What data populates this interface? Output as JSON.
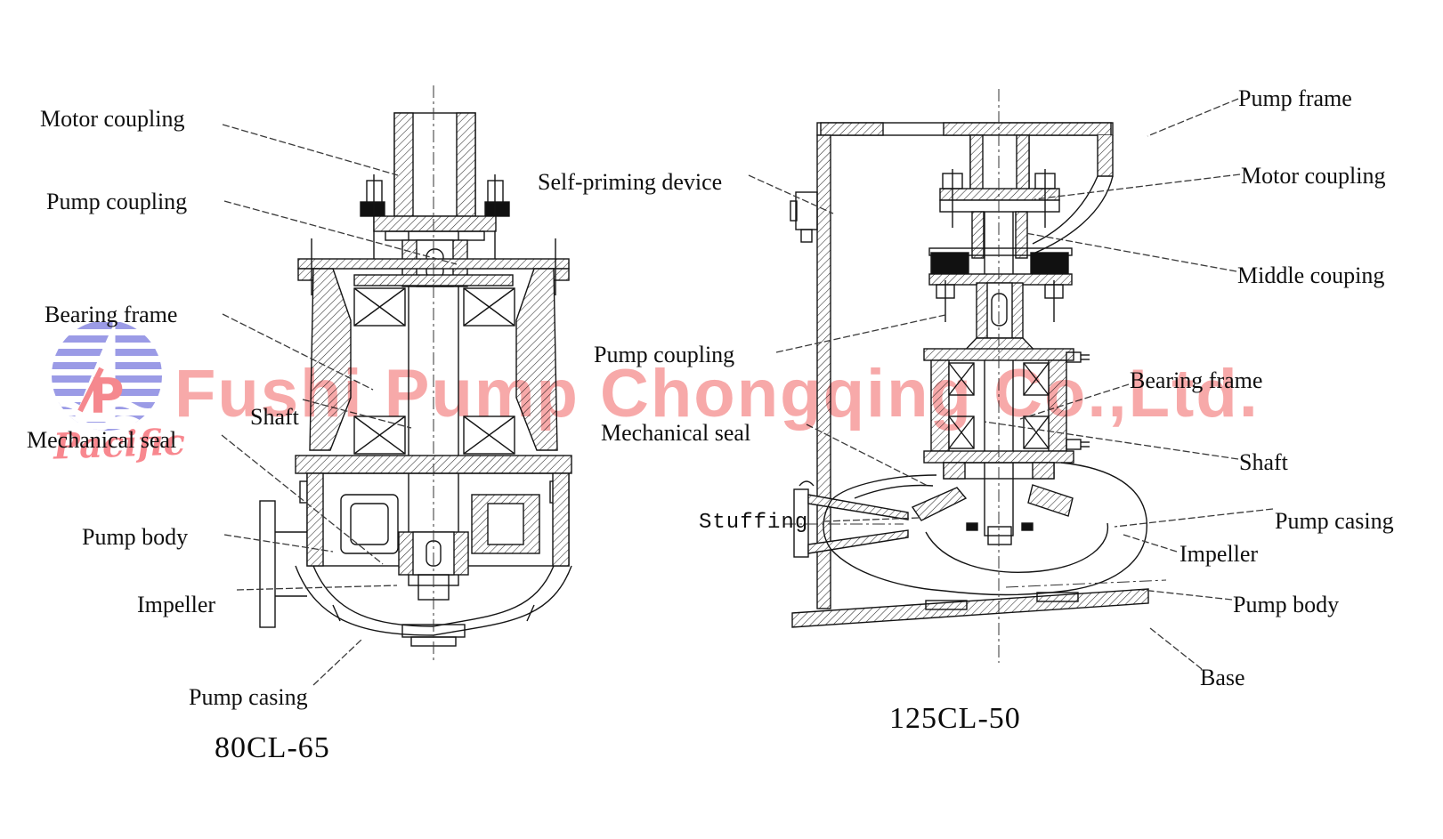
{
  "watermark": {
    "text": "Fushi Pump Chongqing Co.,Ltd.",
    "color": "#f7a9a9"
  },
  "logo": {
    "brand": "Pacific",
    "monogram": "P",
    "circle_color": "#9b9be6",
    "accent_color": "#f5888e"
  },
  "left_diagram": {
    "model": "80CL-65",
    "labels": {
      "motor_coupling": "Motor coupling",
      "pump_coupling": "Pump coupling",
      "bearing_frame": "Bearing frame",
      "shaft": "Shaft",
      "mechanical_seal": "Mechanical seal",
      "pump_body": "Pump body",
      "impeller": "Impeller",
      "pump_casing": "Pump casing"
    }
  },
  "right_diagram": {
    "model": "125CL-50",
    "labels": {
      "pump_frame": "Pump frame",
      "motor_coupling": "Motor coupling",
      "middle_couping": "Middle couping",
      "self_priming_device": "Self-priming device",
      "pump_coupling": "Pump coupling",
      "bearing_frame": "Bearing frame",
      "mechanical_seal": "Mechanical seal",
      "shaft": "Shaft",
      "stuffing": "Stuffing",
      "pump_casing": "Pump casing",
      "impeller": "Impeller",
      "pump_body": "Pump body",
      "base": "Base"
    }
  }
}
